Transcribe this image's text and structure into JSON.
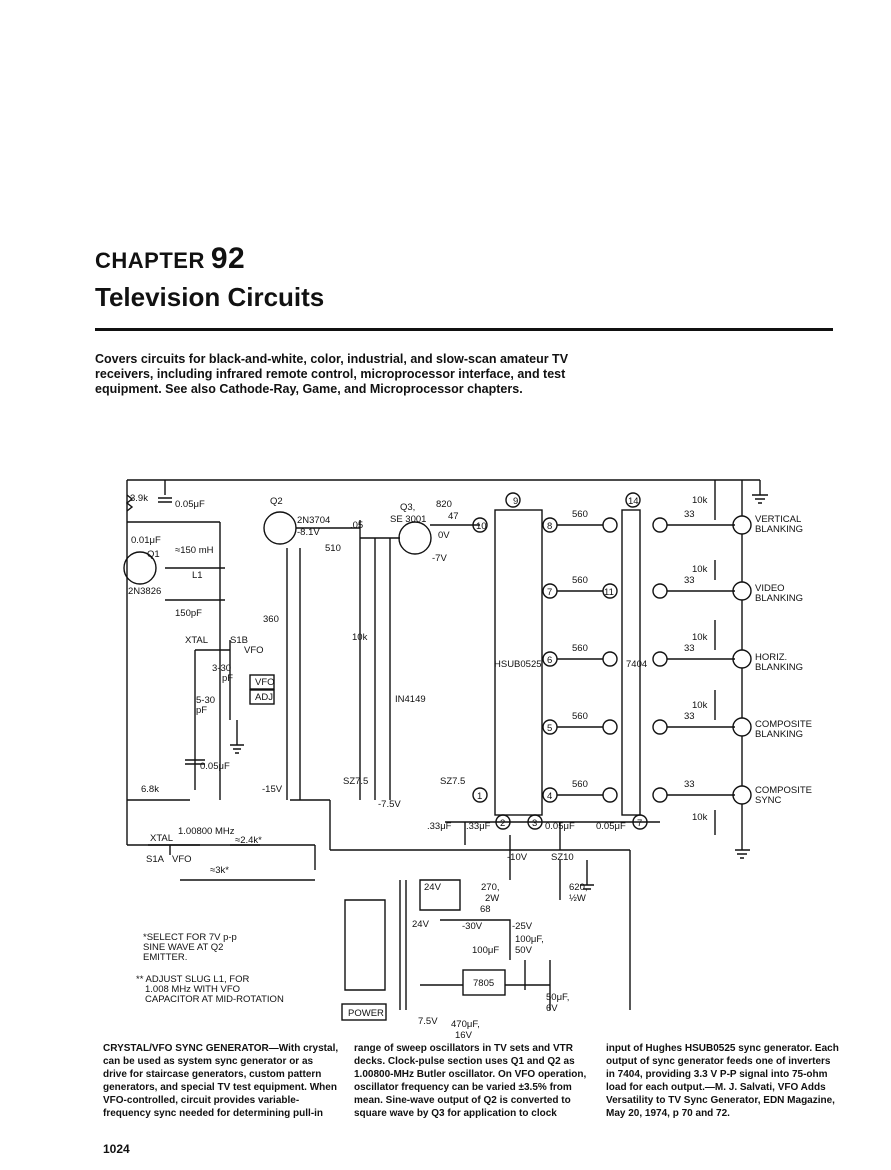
{
  "header": {
    "chapter_word": "CHAPTER",
    "chapter_number": "92",
    "title": "Television Circuits"
  },
  "intro": "Covers circuits for black-and-white, color, industrial, and slow-scan amateur TV receivers, including infrared remote control, microprocessor interface, and test equipment. See also Cathode-Ray, Game, and Microprocessor chapters.",
  "schematic": {
    "labels": {
      "r_3_9k": "3.9k",
      "c_005a": "0.05μF",
      "q2": "Q2",
      "q2_part": "2N3704",
      "q2_v": "-8.1V",
      "c_05": ".05",
      "r_510": "510",
      "q3": "Q3,",
      "q3_part": "SE 3001",
      "r_820": "820",
      "r_47": "47",
      "v_0v": "0V",
      "v_m7v": "-7V",
      "c_001": "0.01μF",
      "q1": "Q1",
      "q1_part": "2N3826",
      "l_150": "≈150 mH",
      "l1": "L1",
      "c_150pf": "150pF",
      "r_360": "360",
      "xtal": "XTAL",
      "s1b": "S1B",
      "vfo": "VFO",
      "c_3_30": "3-30",
      "pf": "pF",
      "c_5_30": "5-30",
      "pf2": "pF",
      "vfo_box": "VFO",
      "adj_box": "ADJ",
      "r_10k": "10k",
      "d_in4149": "IN4149",
      "c_005b": "0.05μF",
      "r_6_8k": "6.8k",
      "v_m15v": "-15V",
      "sz7_5a": "SZ7.5",
      "v_m7_5v": "-7.5V",
      "sz7_5b": "SZ7.5",
      "ic1": "HSUB0525",
      "ic2": "7404",
      "r560": "560",
      "r33": "33",
      "r10k": "10k",
      "out1": "VERTICAL",
      "out1b": "BLANKING",
      "out2": "VIDEO",
      "out2b": "BLANKING",
      "out3": "HORIZ.",
      "out3b": "BLANKING",
      "out4": "COMPOSITE",
      "out4b": "BLANKING",
      "out5": "COMPOSITE",
      "out5b": "SYNC",
      "pins": [
        "9",
        "10",
        "8",
        "7",
        "6",
        "5",
        "1",
        "2",
        "3",
        "14",
        "11",
        "4",
        "7"
      ],
      "c_33a": ".33μF",
      "c_33b": ".33μF",
      "c_005c": "0.05μF",
      "c_005d": "0.05μF",
      "v_m10v": "-10V",
      "sz10": "SZ10",
      "xtal2": "XTAL",
      "xtal_freq": "1.00800 MHz",
      "r_2_4k": "≈2.4k*",
      "s1a": "S1A",
      "vfo2": "VFO",
      "r_3k": "≈3k*",
      "v_24a": "24V",
      "v_24b": "24V",
      "r_270": "270,",
      "r_2w": "2W",
      "r_68": "68",
      "r_620": "620,",
      "r_half": "½W",
      "v_m30": "-30V",
      "v_m25": "-25V",
      "c_100a": "100μF,",
      "c_50v": "50V",
      "c_100b": "100μF",
      "reg": "7805",
      "c_50uf": "50μF,",
      "c_6v": "6V",
      "v_7_5": "7.5V",
      "c_470": "470μF,",
      "c_16v": "16V",
      "power": "POWER",
      "note1a": "*SELECT FOR 7V p-p",
      "note1b": "SINE WAVE AT Q2",
      "note1c": "EMITTER.",
      "note2a": "** ADJUST SLUG L1, FOR",
      "note2b": "1.008 MHz WITH VFO",
      "note2c": "CAPACITOR AT MID-ROTATION"
    }
  },
  "caption": {
    "col1": "CRYSTAL/VFO SYNC GENERATOR—With crystal, can be used as system sync generator or as drive for staircase generators, custom pattern generators, and special TV test equipment. When VFO-controlled, circuit provides variable-frequency sync needed for determining pull-in",
    "col2": "range of sweep oscillators in TV sets and VTR decks. Clock-pulse section uses Q1 and Q2 as 1.00800-MHz Butler oscillator. On VFO operation, oscillator frequency can be varied ±3.5% from mean. Sine-wave output of Q2 is converted to square wave by Q3 for application to clock",
    "col3": "input of Hughes HSUB0525 sync generator. Each output of sync generator feeds one of inverters in 7404, providing 3.3 V P-P signal into 75-ohm load for each output.—M. J. Salvati, VFO Adds Versatility to TV Sync Generator, EDN Magazine, May 20, 1974, p 70 and 72."
  },
  "page_number": "1024"
}
